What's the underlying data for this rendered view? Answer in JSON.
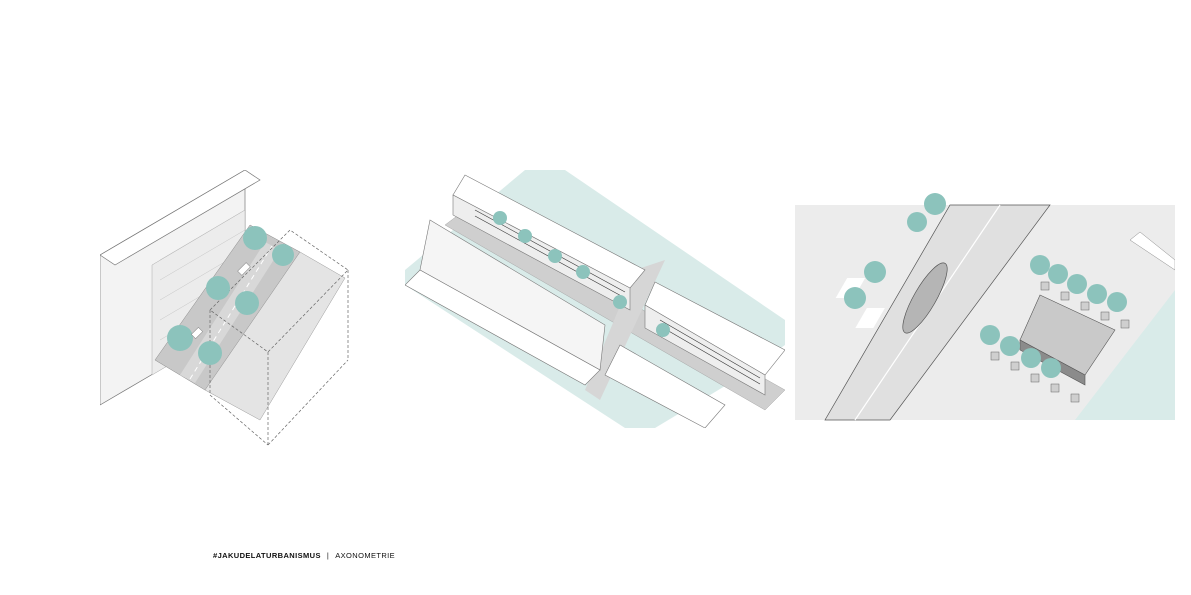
{
  "caption": {
    "hashtag": "#JAKUDELATURBANISMUS",
    "separator": "|",
    "label": "AXONOMETRIE"
  },
  "colors": {
    "tree": "#8cc3bc",
    "tree_dark": "#6fa9a2",
    "water_green": "#d9ebe9",
    "street": "#c8c8c8",
    "pavement": "#e6e6e6",
    "building": "#f2f2f2",
    "outline": "#555555"
  },
  "panels": [
    {
      "name": "street-section-axonometry"
    },
    {
      "name": "row-houses-axonometry"
    },
    {
      "name": "square-with-tram-axonometry"
    }
  ]
}
